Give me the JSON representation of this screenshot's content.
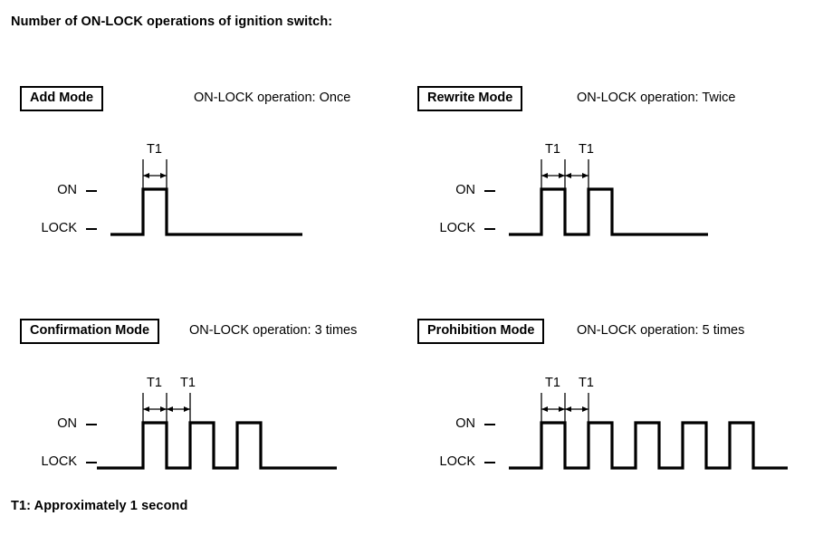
{
  "title": "Number of ON-LOCK operations of ignition switch:",
  "footnote": "T1: Approximately 1 second",
  "axis": {
    "high_label": "ON",
    "low_label": "LOCK"
  },
  "t1_label": "T1",
  "panels": [
    {
      "id": "add-mode",
      "mode": "Add Mode",
      "operation": "ON-LOCK operation: Once",
      "pulses": 1,
      "t1_markers": 1
    },
    {
      "id": "rewrite-mode",
      "mode": "Rewrite Mode",
      "operation": "ON-LOCK operation: Twice",
      "pulses": 2,
      "t1_markers": 2
    },
    {
      "id": "confirmation-mode",
      "mode": "Confirmation Mode",
      "operation": "ON-LOCK operation: 3 times",
      "pulses": 3,
      "t1_markers": 2
    },
    {
      "id": "prohibition-mode",
      "mode": "Prohibition Mode",
      "operation": "ON-LOCK operation: 5 times",
      "pulses": 5,
      "t1_markers": 2
    }
  ],
  "chart_data": {
    "type": "line",
    "title": "Number of ON-LOCK operations of ignition switch:",
    "xlabel": "",
    "ylabel": "",
    "series": [
      {
        "name": "Add Mode",
        "levels": [
          "LOCK",
          "ON",
          "LOCK"
        ],
        "pulse_count": 1
      },
      {
        "name": "Rewrite Mode",
        "levels": [
          "LOCK",
          "ON",
          "LOCK",
          "ON",
          "LOCK"
        ],
        "pulse_count": 2
      },
      {
        "name": "Confirmation Mode",
        "levels": [
          "LOCK",
          "ON",
          "LOCK",
          "ON",
          "LOCK",
          "ON",
          "LOCK"
        ],
        "pulse_count": 3
      },
      {
        "name": "Prohibition Mode",
        "levels": [
          "LOCK",
          "ON",
          "LOCK",
          "ON",
          "LOCK",
          "ON",
          "LOCK",
          "ON",
          "LOCK",
          "ON",
          "LOCK"
        ],
        "pulse_count": 5
      }
    ]
  },
  "colors": {
    "stroke": "#000000",
    "background": "#ffffff"
  }
}
